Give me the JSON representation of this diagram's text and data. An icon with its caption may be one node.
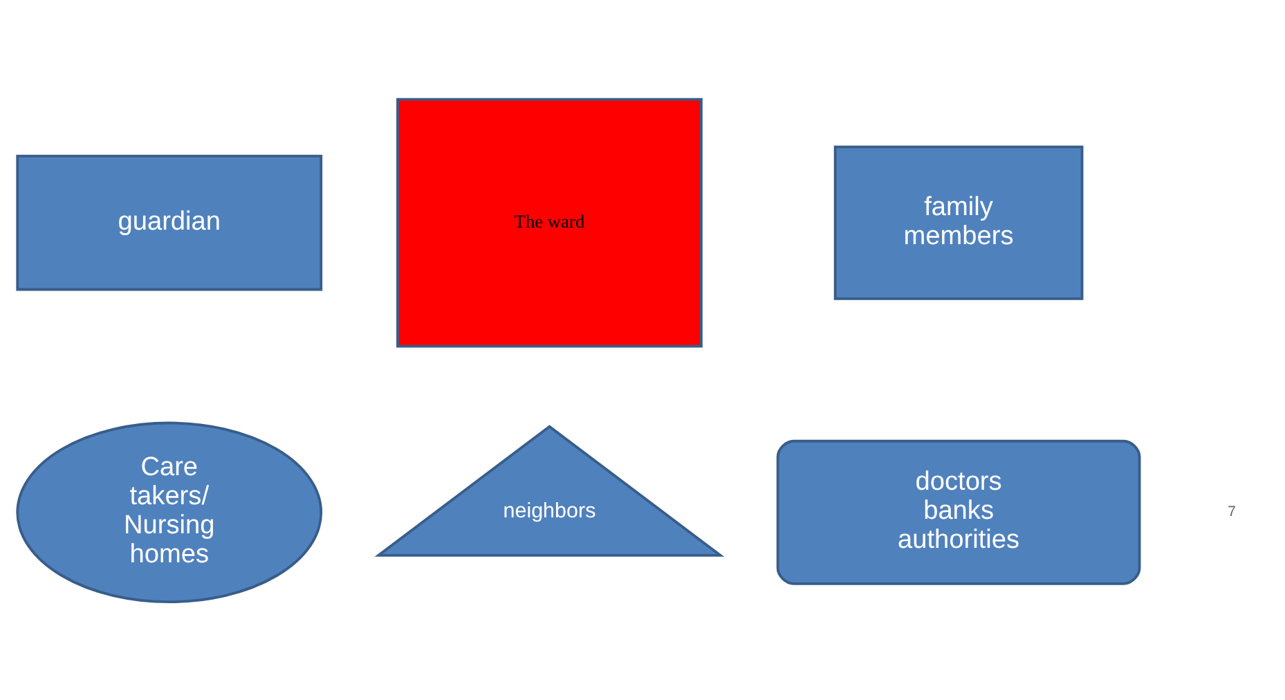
{
  "diagram": {
    "nodes": [
      {
        "text": [
          "guardian"
        ]
      },
      {
        "text": [
          "The ward"
        ]
      },
      {
        "text": [
          "family members"
        ]
      },
      {
        "text": [
          "Care takers/ Nursing homes"
        ]
      },
      {
        "text": [
          "neighbors"
        ]
      },
      {
        "text": [
          "doctors banks authorities"
        ]
      }
    ],
    "edges": [],
    "labels": [
      "7"
    ]
  }
}
